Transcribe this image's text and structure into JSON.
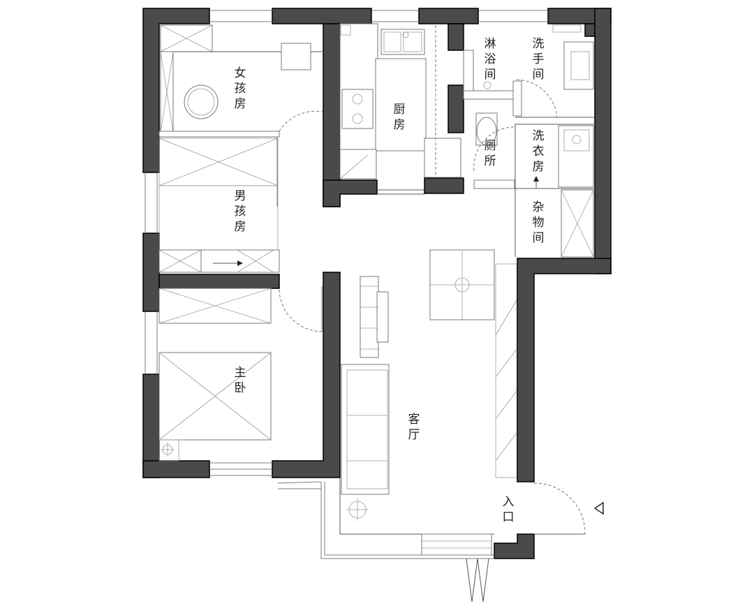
{
  "rooms": {
    "girls_room": "女孩房",
    "boys_room": "男孩房",
    "master_bedroom": "主卧",
    "kitchen": "厨房",
    "shower_room": "淋浴间",
    "washroom": "洗手间",
    "toilet": "厕所",
    "laundry_room": "洗衣房",
    "storage_room": "杂物间",
    "living_room": "客厅",
    "entrance": "入口"
  },
  "colors": {
    "wall": "#4a4a4a",
    "line": "#777777",
    "background": "#ffffff"
  },
  "icons": [
    "entrance-arrow-icon",
    "laundry-arrow-icon",
    "stair-arrow-icon"
  ]
}
